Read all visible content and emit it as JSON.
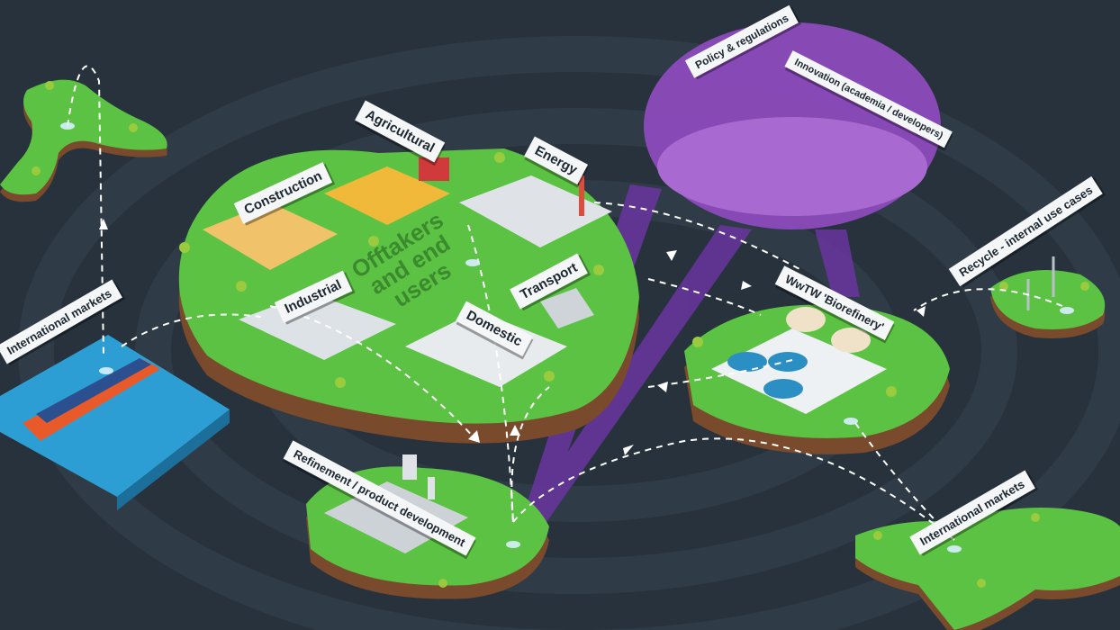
{
  "hub": {
    "text": "Offtakers and end users"
  },
  "labels": {
    "agricultural": "Agricultural",
    "construction": "Construction",
    "energy": "Energy",
    "industrial": "Industrial",
    "transport": "Transport",
    "domestic": "Domestic",
    "policy": "Policy & regulations",
    "innovation": "Innovation (academia / developers)",
    "wwtw": "WwTW 'Biorefinery'",
    "recycle": "Recycle - internal use cases",
    "intl_left": "International markets",
    "intl_right": "International markets",
    "refinement": "Refinement / product development"
  },
  "colors": {
    "background": "#27323c",
    "grass": "#5cc243",
    "soil": "#7a4a2c",
    "water": "#2c9ed4",
    "purple": "#7b3fb0",
    "label_bg": "#f4f6f8"
  }
}
